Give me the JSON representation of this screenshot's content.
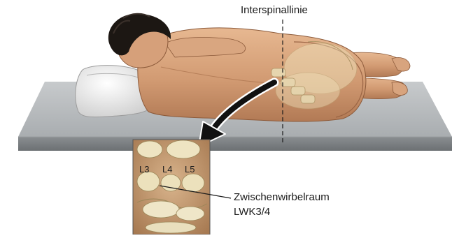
{
  "labels": {
    "interspinal_line": "Interspinallinie",
    "intervertebral_space_line1": "Zwischenwirbelraum",
    "intervertebral_space_line2": "LWK3/4"
  },
  "vertebrae": [
    "L3",
    "L4",
    "L5"
  ],
  "colors": {
    "table_top": "#b9bdc0",
    "table_side": "#7d8184",
    "skin": "#d9a37c",
    "hair": "#1c1713",
    "pillow": "#e9e9e9",
    "bone": "#e8ddb9",
    "arrow": "#111111"
  }
}
